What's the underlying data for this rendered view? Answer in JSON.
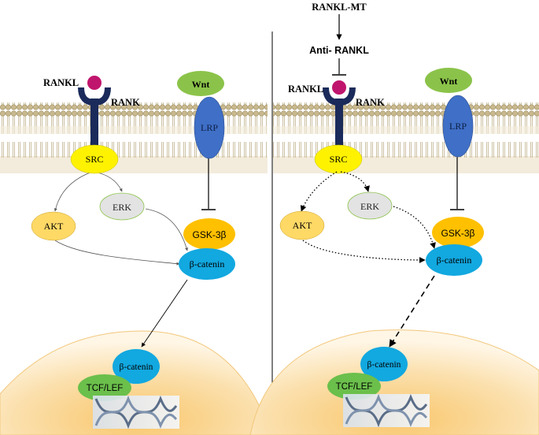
{
  "left_panel": {
    "labels": {
      "rankl": "RANKL",
      "rank": "RANK",
      "wnt": "Wnt",
      "lrp": "LRP",
      "src": "SRC",
      "erk": "ERK",
      "akt": "AKT",
      "gsk3b": "GSK-3β",
      "beta_catenin": "β-catenin",
      "nuclear_beta_catenin": "β-catenin",
      "tcf_lef": "TCF/LEF"
    }
  },
  "right_panel": {
    "labels": {
      "rankl_mt": "RANKL-MT",
      "anti_rankl": "Anti- RANKL",
      "rankl": "RANKL",
      "rank": "RANK",
      "wnt": "Wnt",
      "lrp": "LRP",
      "src": "SRC",
      "erk": "ERK",
      "akt": "AKT",
      "gsk3b": "GSK-3β",
      "beta_catenin": "β-catenin",
      "nuclear_beta_catenin": "β-catenin",
      "tcf_lef": "TCF/LEF"
    }
  },
  "colors": {
    "membrane_head": "#c9b98e",
    "membrane_bg": "#f3ecdc",
    "rank_receptor": "#1a2a5a",
    "rankl_ligand": "#c0156d",
    "wnt": "#8bc34a",
    "lrp": "#3f6fc6",
    "src": "#fff200",
    "erk": "#e3e3e3",
    "akt": "#ffd966",
    "gsk3b": "#ffc000",
    "beta_catenin": "#12a8e0",
    "tcf_lef": "#6bbf4b",
    "nucleus": "#fbe3b4"
  }
}
